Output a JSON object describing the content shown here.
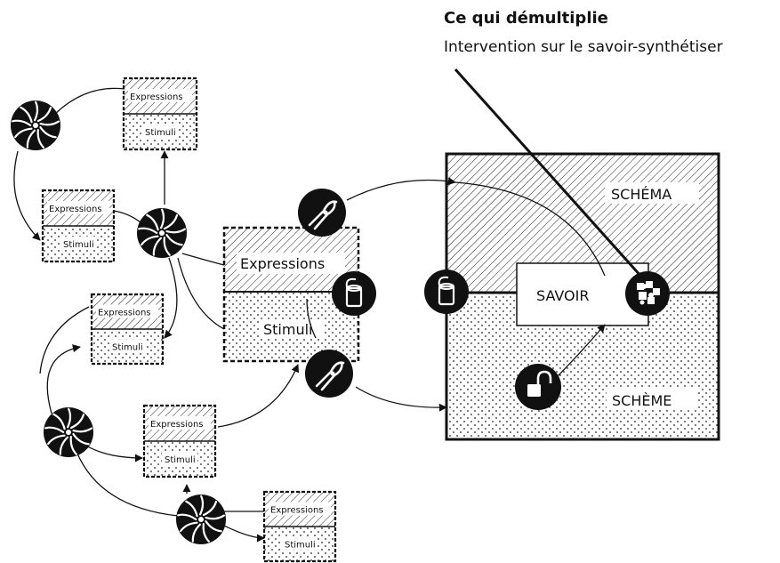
{
  "heading": {
    "title": "Ce qui démultiplie",
    "subtitle": "Intervention sur le savoir-synthétiser"
  },
  "diagram": {
    "large_box": {
      "top_label": "SCHÉMA",
      "bottom_label": "SCHÈME",
      "center_label": "SAVOIR"
    },
    "mid_box": {
      "expressions": "Expressions",
      "stimuli": "Stimuli"
    },
    "small_box_labels": {
      "expressions": "Expressions",
      "stimuli": "Stimuli"
    }
  },
  "icons": {
    "swirl": "swirl-icon",
    "pliers": "pliers-icon",
    "can": "open-can-icon",
    "padlock": "open-padlock-icon",
    "puzzle": "puzzle-pieces-icon"
  },
  "colors": {
    "ink": "#111111",
    "paper": "#ffffff"
  }
}
